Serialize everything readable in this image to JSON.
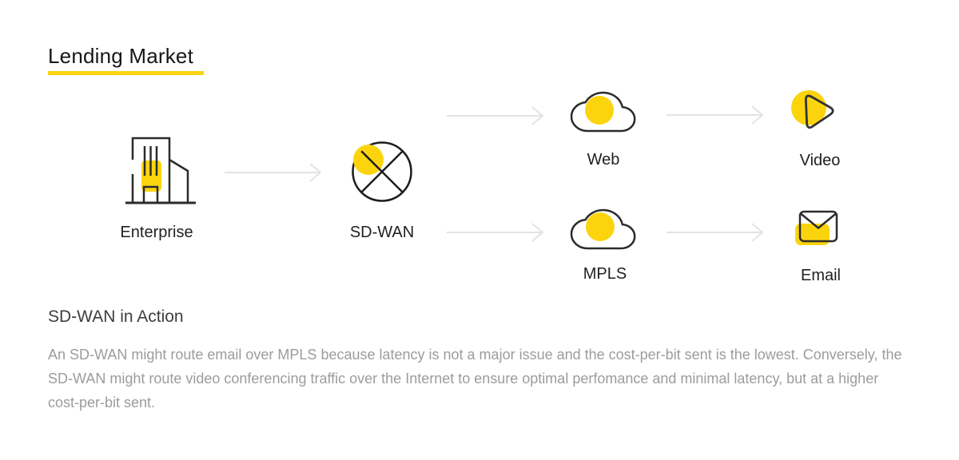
{
  "header": {
    "title": "Lending Market"
  },
  "colors": {
    "accent_yellow": "#FCD40E",
    "icon_stroke": "#2B2B2B",
    "arrow_gray": "#E3E3E3",
    "label_text": "#1F1F1F",
    "muted_text": "#9C9C9C"
  },
  "diagram": {
    "nodes": {
      "enterprise": {
        "label": "Enterprise",
        "icon": "building-icon"
      },
      "sdwan": {
        "label": "SD-WAN",
        "icon": "hub-icon"
      },
      "web": {
        "label": "Web",
        "icon": "cloud-icon"
      },
      "video": {
        "label": "Video",
        "icon": "play-icon"
      },
      "mpls": {
        "label": "MPLS",
        "icon": "cloud-icon"
      },
      "email": {
        "label": "Email",
        "icon": "envelope-icon"
      }
    },
    "edges": [
      {
        "from": "Enterprise",
        "to": "SD-WAN"
      },
      {
        "from": "SD-WAN",
        "to": "Web"
      },
      {
        "from": "SD-WAN",
        "to": "MPLS"
      },
      {
        "from": "Web",
        "to": "Video"
      },
      {
        "from": "MPLS",
        "to": "Email"
      }
    ]
  },
  "section": {
    "heading": "SD-WAN in Action",
    "body": "An SD-WAN might route email over MPLS because latency is not a major issue and the cost-per-bit sent is the lowest. Conversely, the SD-WAN might route video conferencing traffic over the Internet to ensure optimal perfomance and minimal latency, but at a higher cost-per-bit sent."
  }
}
